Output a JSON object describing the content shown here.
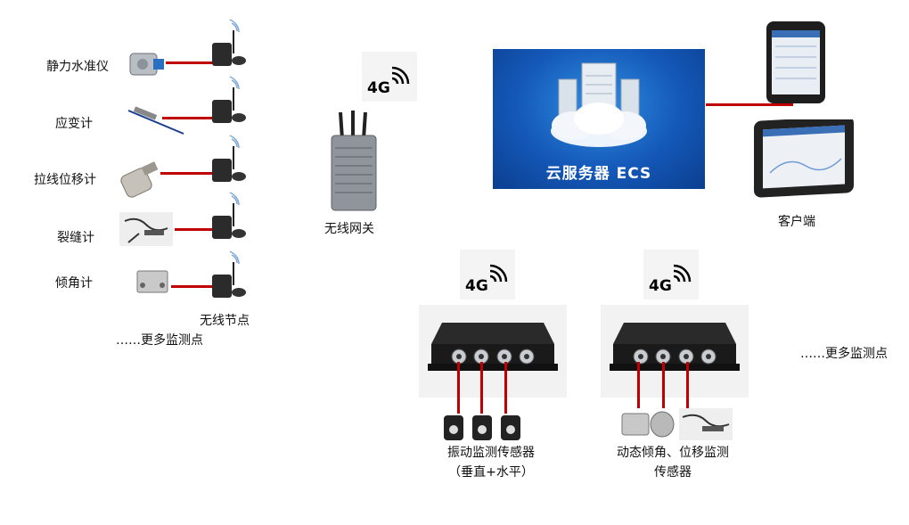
{
  "left_sensors": [
    {
      "label": "静力水准仪"
    },
    {
      "label": "应变计"
    },
    {
      "label": "拉线位移计"
    },
    {
      "label": "裂缝计"
    },
    {
      "label": "倾角计"
    }
  ],
  "wireless_node_label": "无线节点",
  "more_points_left": "……更多监测点",
  "gateway": {
    "label": "无线网关",
    "signal": "4G"
  },
  "server": {
    "label": "云服务器 ECS"
  },
  "client": {
    "label": "客户端"
  },
  "collectors": [
    {
      "signal": "4G",
      "line1": "振动监测传感器",
      "line2": "（垂直+水平）"
    },
    {
      "signal": "4G",
      "line1": "动态倾角、位移监测",
      "line2": "传感器"
    }
  ],
  "more_points_right": "……更多监测点"
}
